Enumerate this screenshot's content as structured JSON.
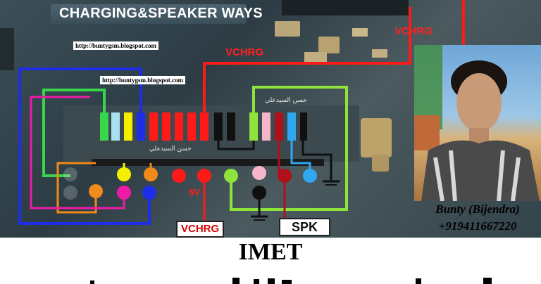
{
  "title": "CHARGING&SPEAKER WAYS",
  "urls": [
    "http://buntygsm.blogspot.com",
    "http://buntygsm.blogspot.com"
  ],
  "labels": {
    "vchrg_top": "VCHRG",
    "vchrg_right": "VCHRG",
    "five_v": "5V",
    "vchrg_box": "VCHRG",
    "spk_box": "SPK"
  },
  "arabic_text": [
    "حسن السيدعلي",
    "حسن السيدعلي"
  ],
  "author": {
    "name": "Bunty (Bijendra)",
    "phone": "+919411667220"
  },
  "footer_title": "IMET",
  "colors": {
    "red": "#ff1a1a",
    "blue": "#1e2ee8",
    "green": "#38d64a",
    "lime": "#8ee43a",
    "orange": "#f08a1a",
    "yellow": "#f4f000",
    "magenta": "#f01aa8",
    "lightblue": "#30a8f0",
    "darkred": "#b0101a",
    "pink": "#f4b6c8",
    "black": "#101010"
  }
}
